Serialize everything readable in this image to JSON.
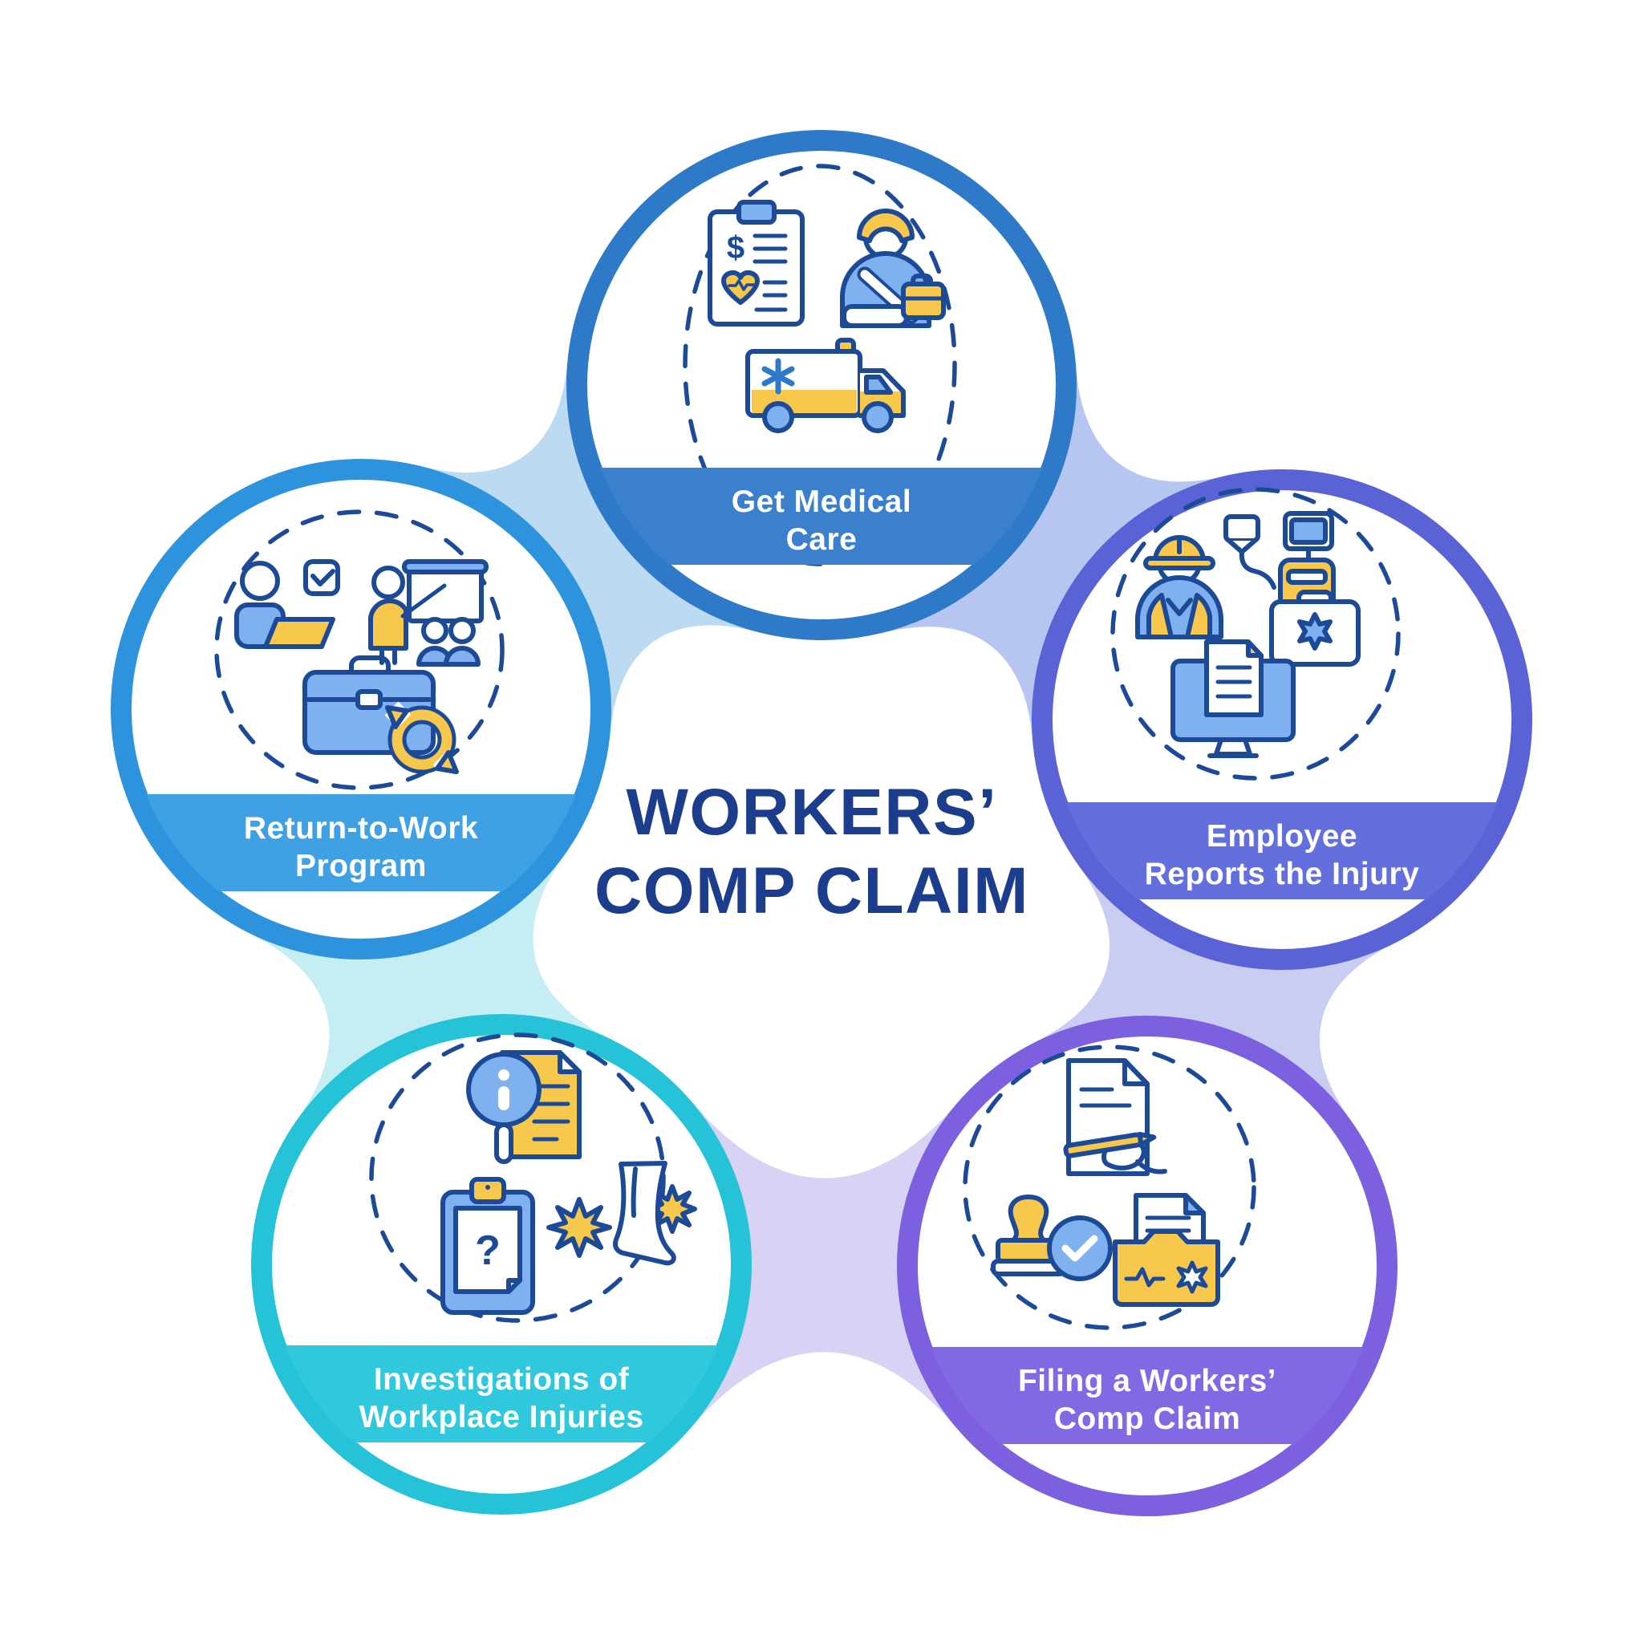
{
  "title": {
    "line1": "WORKERS’",
    "line2": "COMP CLAIM"
  },
  "colors": {
    "title": "#1C3C8C",
    "outline": "#1D4A96",
    "background": "#FFFFFF",
    "icon_yellow": "#F8C84D",
    "icon_blue": "#7FB0F0"
  },
  "steps": [
    {
      "name": "get-medical-care",
      "label_line1": "Get Medical",
      "label_line2": "Care",
      "ring_color": "#2E79C8",
      "band_color": "#3A80CD",
      "glyphs": {
        "dollar_sign": "$"
      },
      "icons": [
        "medical-bill-clipboard-icon",
        "injured-worker-icon",
        "ambulance-icon"
      ]
    },
    {
      "name": "employee-reports-the-injury",
      "label_line1": "Employee",
      "label_line2": "Reports the Injury",
      "ring_color": "#5A63D6",
      "band_color": "#626FDC",
      "icons": [
        "construction-worker-icon",
        "iv-drip-machine-icon",
        "first-aid-kit-icon",
        "computer-report-icon"
      ]
    },
    {
      "name": "filing-a-workers-comp-claim",
      "label_line1": "Filing a Workers’",
      "label_line2": "Comp Claim",
      "ring_color": "#7D60DF",
      "band_color": "#8368E4",
      "icons": [
        "signing-document-icon",
        "approval-stamp-icon",
        "medical-records-folder-icon"
      ]
    },
    {
      "name": "investigations-of-workplace-injuries",
      "label_line1": "Investigations of",
      "label_line2": "Workplace Injuries",
      "ring_color": "#25C2D8",
      "band_color": "#2FC8DC",
      "glyphs": {
        "question_mark": "?"
      },
      "icons": [
        "document-inspection-icon",
        "question-clipboard-icon",
        "injured-leg-icon"
      ]
    },
    {
      "name": "return-to-work-program",
      "label_line1": "Return-to-Work",
      "label_line2": "Program",
      "ring_color": "#2E93DD",
      "band_color": "#3FA0E4",
      "icons": [
        "employee-checklist-icon",
        "training-presentation-icon",
        "job-renewal-briefcase-icon"
      ]
    }
  ],
  "connectors": [
    {
      "between": "get-medical-care--return-to-work-program",
      "color": "#BDDAF3"
    },
    {
      "between": "get-medical-care--employee-reports-the-injury",
      "color": "#B7C6F0"
    },
    {
      "between": "employee-reports-the-injury--filing-a-workers-comp-claim",
      "color": "#CACDF2"
    },
    {
      "between": "filing-a-workers-comp-claim--investigations-of-workplace-injuries",
      "color": "#D8D2F5"
    },
    {
      "between": "investigations-of-workplace-injuries--return-to-work-program",
      "color": "#C4EDF4"
    }
  ]
}
